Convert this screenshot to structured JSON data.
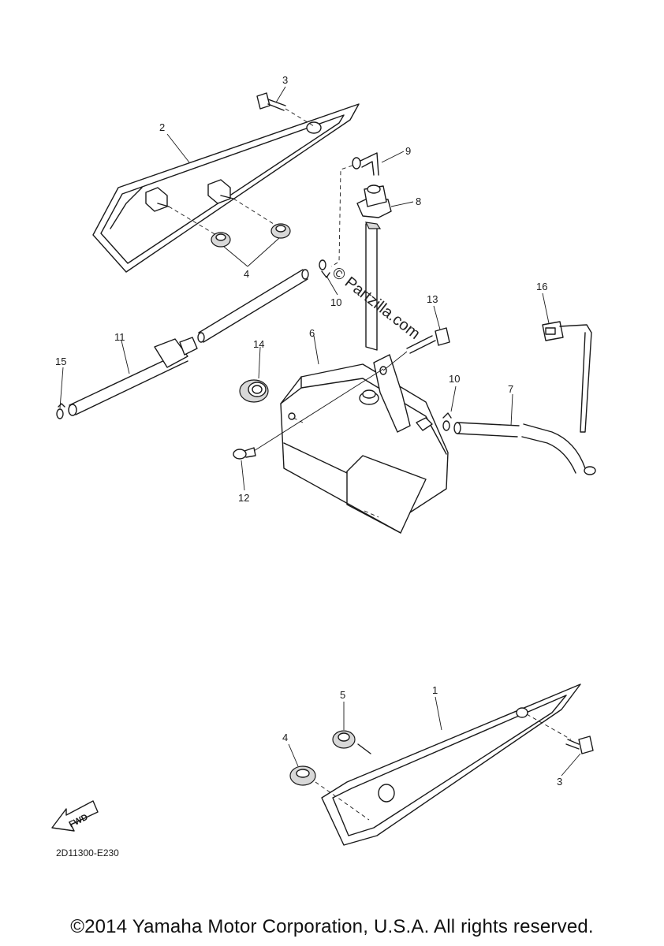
{
  "callouts": [
    "1",
    "2",
    "3",
    "3",
    "4",
    "4",
    "5",
    "6",
    "7",
    "8",
    "9",
    "10",
    "10",
    "11",
    "12",
    "13",
    "14",
    "15",
    "16"
  ],
  "watermark": "© Partzilla.com",
  "fwd_label": "FWD",
  "drawing_code": "2D11300-E230",
  "copyright": "©2014 Yamaha Motor Corporation, U.S.A. All rights reserved."
}
